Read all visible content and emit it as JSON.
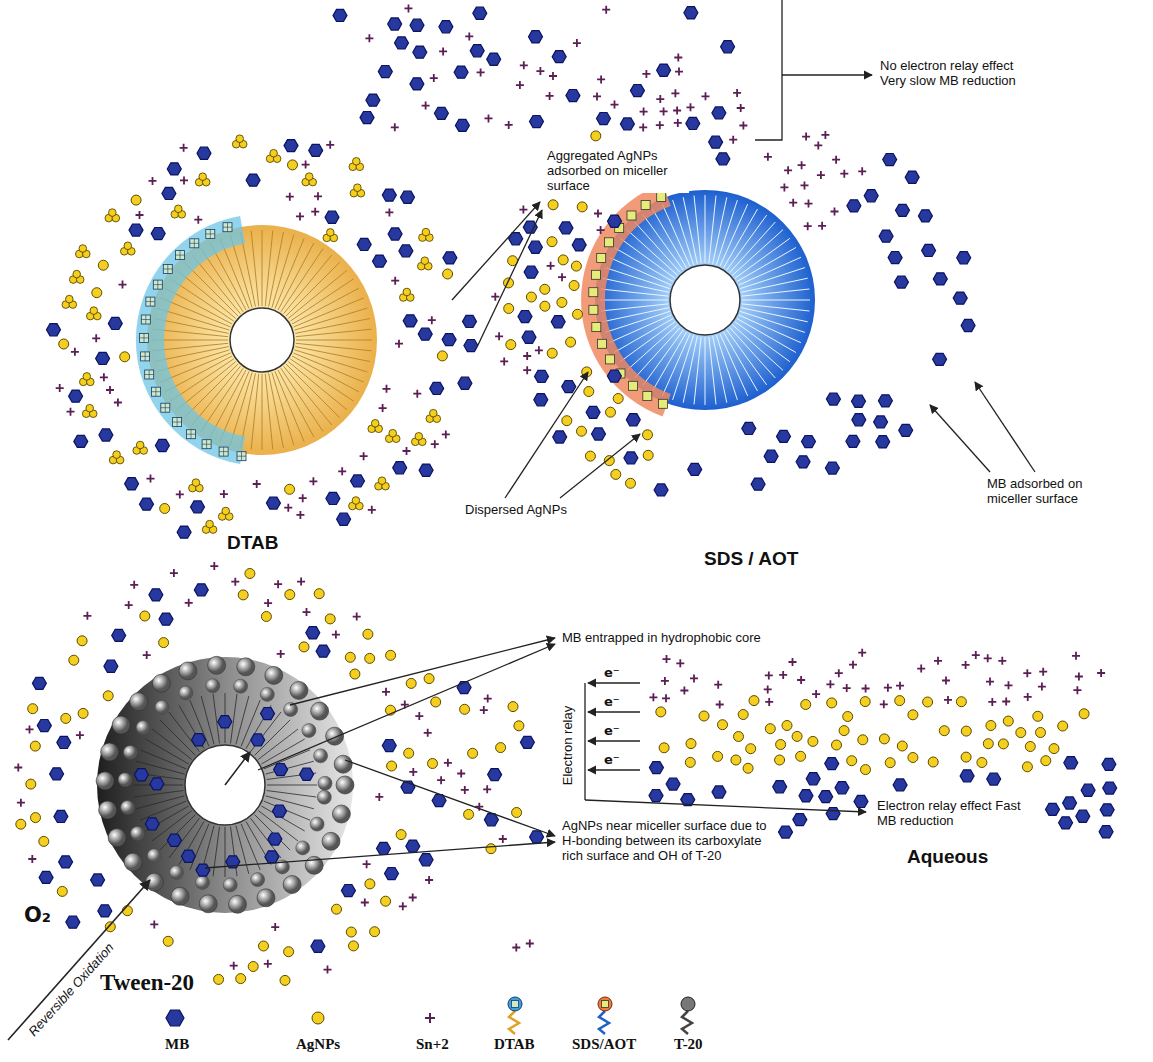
{
  "diagram": {
    "labels": [
      "No electron relay effect Very slow MB reduction",
      "Aggregated AgNPs adsorbed on miceller surface",
      "DTAB",
      "Dispersed AgNPs",
      "SDS / AOT",
      "MB adsorbed on miceller surface",
      "MB entrapped in hydrophobic core",
      "e⁻",
      "e⁻",
      "e⁻",
      "e⁻",
      "Electron relay",
      "Electron relay effect Fast MB reduction",
      "Aqueous",
      "AgNPs near miceller surface due to H-bonding between its carboxylate rich surface and OH of T-20",
      "O₂",
      "Reversible Oxidation",
      "Tween-20"
    ],
    "legend": [
      {
        "text": "MB"
      },
      {
        "text": "AgNPs"
      },
      {
        "text": "Sn+2"
      },
      {
        "text": "DTAB"
      },
      {
        "text": "SDS/AOT"
      },
      {
        "text": "T-20"
      }
    ]
  }
}
